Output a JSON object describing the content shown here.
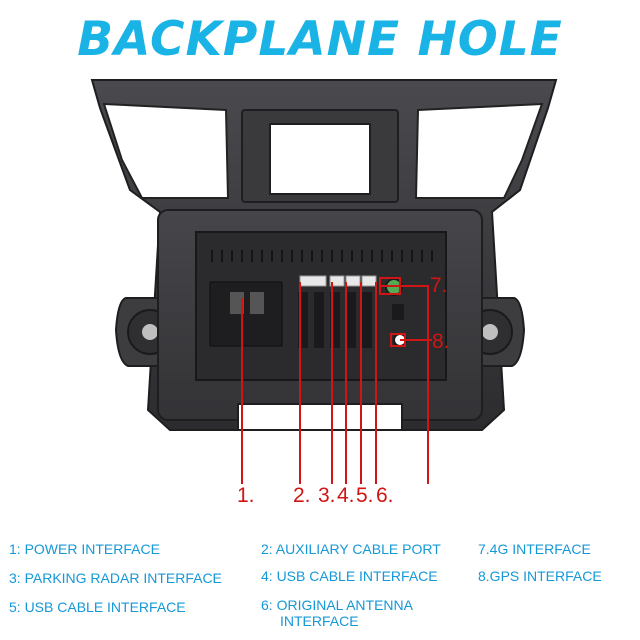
{
  "title": "BACKPLANE HOLE",
  "callouts": {
    "n1": "1.",
    "n2": "2.",
    "n3": "3.",
    "n4": "4.",
    "n5": "5.",
    "n6": "6.",
    "n7": "7.",
    "n8": "8."
  },
  "legend": {
    "item1": "1: POWER INTERFACE",
    "item2": "2: AUXILIARY CABLE PORT",
    "item3": "3: PARKING RADAR INTERFACE",
    "item4": "4: USB CABLE INTERFACE",
    "item5": "5: USB CABLE INTERFACE",
    "item6_line1": "6: ORIGINAL ANTENNA",
    "item6_line2": "INTERFACE",
    "item7": "7.4G INTERFACE",
    "item8": "8.GPS INTERFACE"
  },
  "colors": {
    "title": "#1ab3e6",
    "legend_text": "#1598d6",
    "callout_lines": "#d01515",
    "panel": "#3b3b3e"
  }
}
